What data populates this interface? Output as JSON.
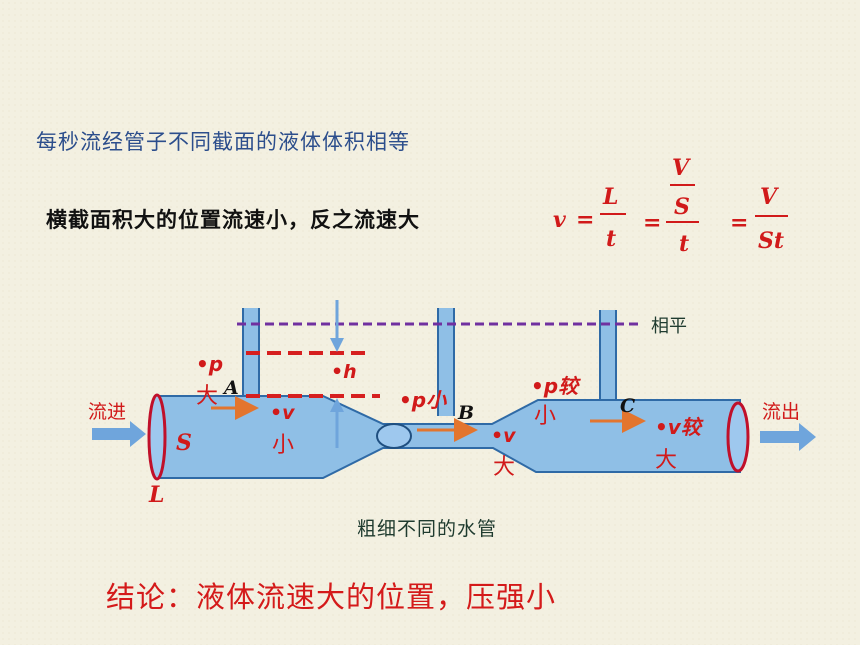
{
  "title": "每秒流经管子不同截面的液体体积相等",
  "statement": "横截面积大的位置流速小，反之流速大",
  "formula": {
    "lhs": "v",
    "eq": "=",
    "f1_num": "L",
    "f1_den": "t",
    "f2_num_num": "V",
    "f2_num_den": "S",
    "f2_den": "t",
    "f3_num": "V",
    "f3_den": "St"
  },
  "diagram": {
    "level_label": "相平",
    "inflow_label": "流进",
    "outflow_label": "流出",
    "area_label": "S",
    "length_label": "L",
    "point_a": "A",
    "point_b": "B",
    "point_c": "C",
    "h_label": "•h",
    "a_p": "•p",
    "a_p_big": "大",
    "a_v": "•v",
    "a_v_small": "小",
    "b_p": "•p小",
    "b_v": "•v",
    "b_v_big": "大",
    "c_p": "•p较",
    "c_p_small": "小",
    "c_v": "•v较",
    "c_v_big": "大",
    "caption": "粗细不同的水管"
  },
  "conclusion": "结论：液体流速大的位置，压强小",
  "colors": {
    "title": "#2c4e8c",
    "accent_red": "#d11a1a",
    "water": "#8fbfe6",
    "pipe_outline": "#2f6aa6",
    "dashed_purple": "#7030a0",
    "arrow_orange": "#e3752e",
    "arrow_blue": "#6fa5dc"
  }
}
